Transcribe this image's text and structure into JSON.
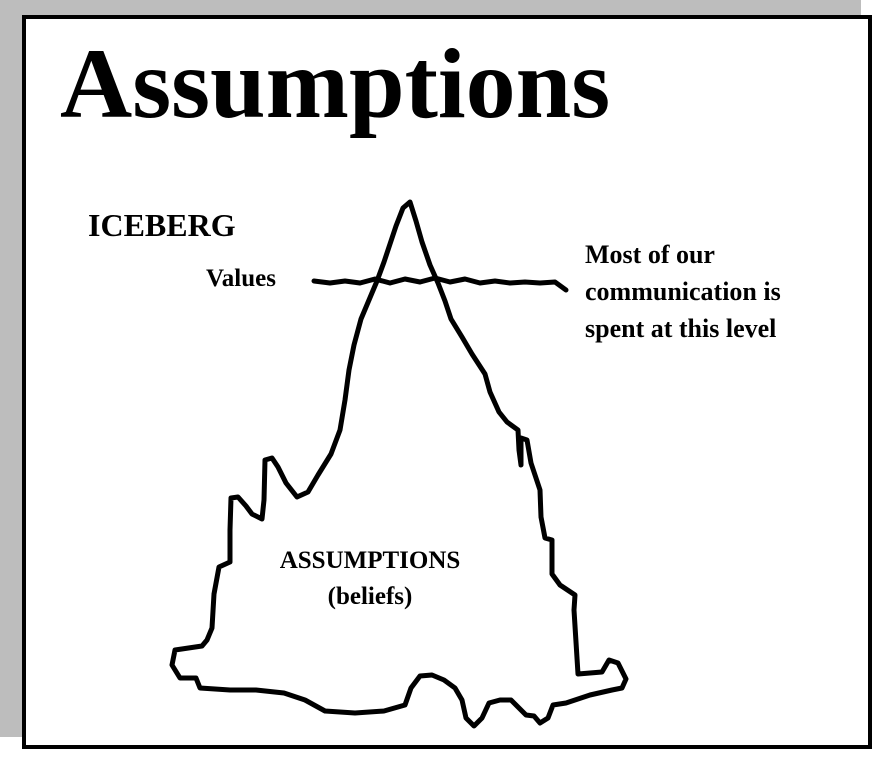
{
  "slide": {
    "title": "Assumptions",
    "iceberg_label": "ICEBERG",
    "waterline_label": "Values",
    "callout_lines": [
      "Most of our",
      "communication is",
      "spent at this level"
    ],
    "base_label": "ASSUMPTIONS",
    "base_sublabel": "(beliefs)"
  },
  "colors": {
    "ink": "#000000",
    "shadow": "#bdbdbd",
    "background": "#ffffff"
  }
}
